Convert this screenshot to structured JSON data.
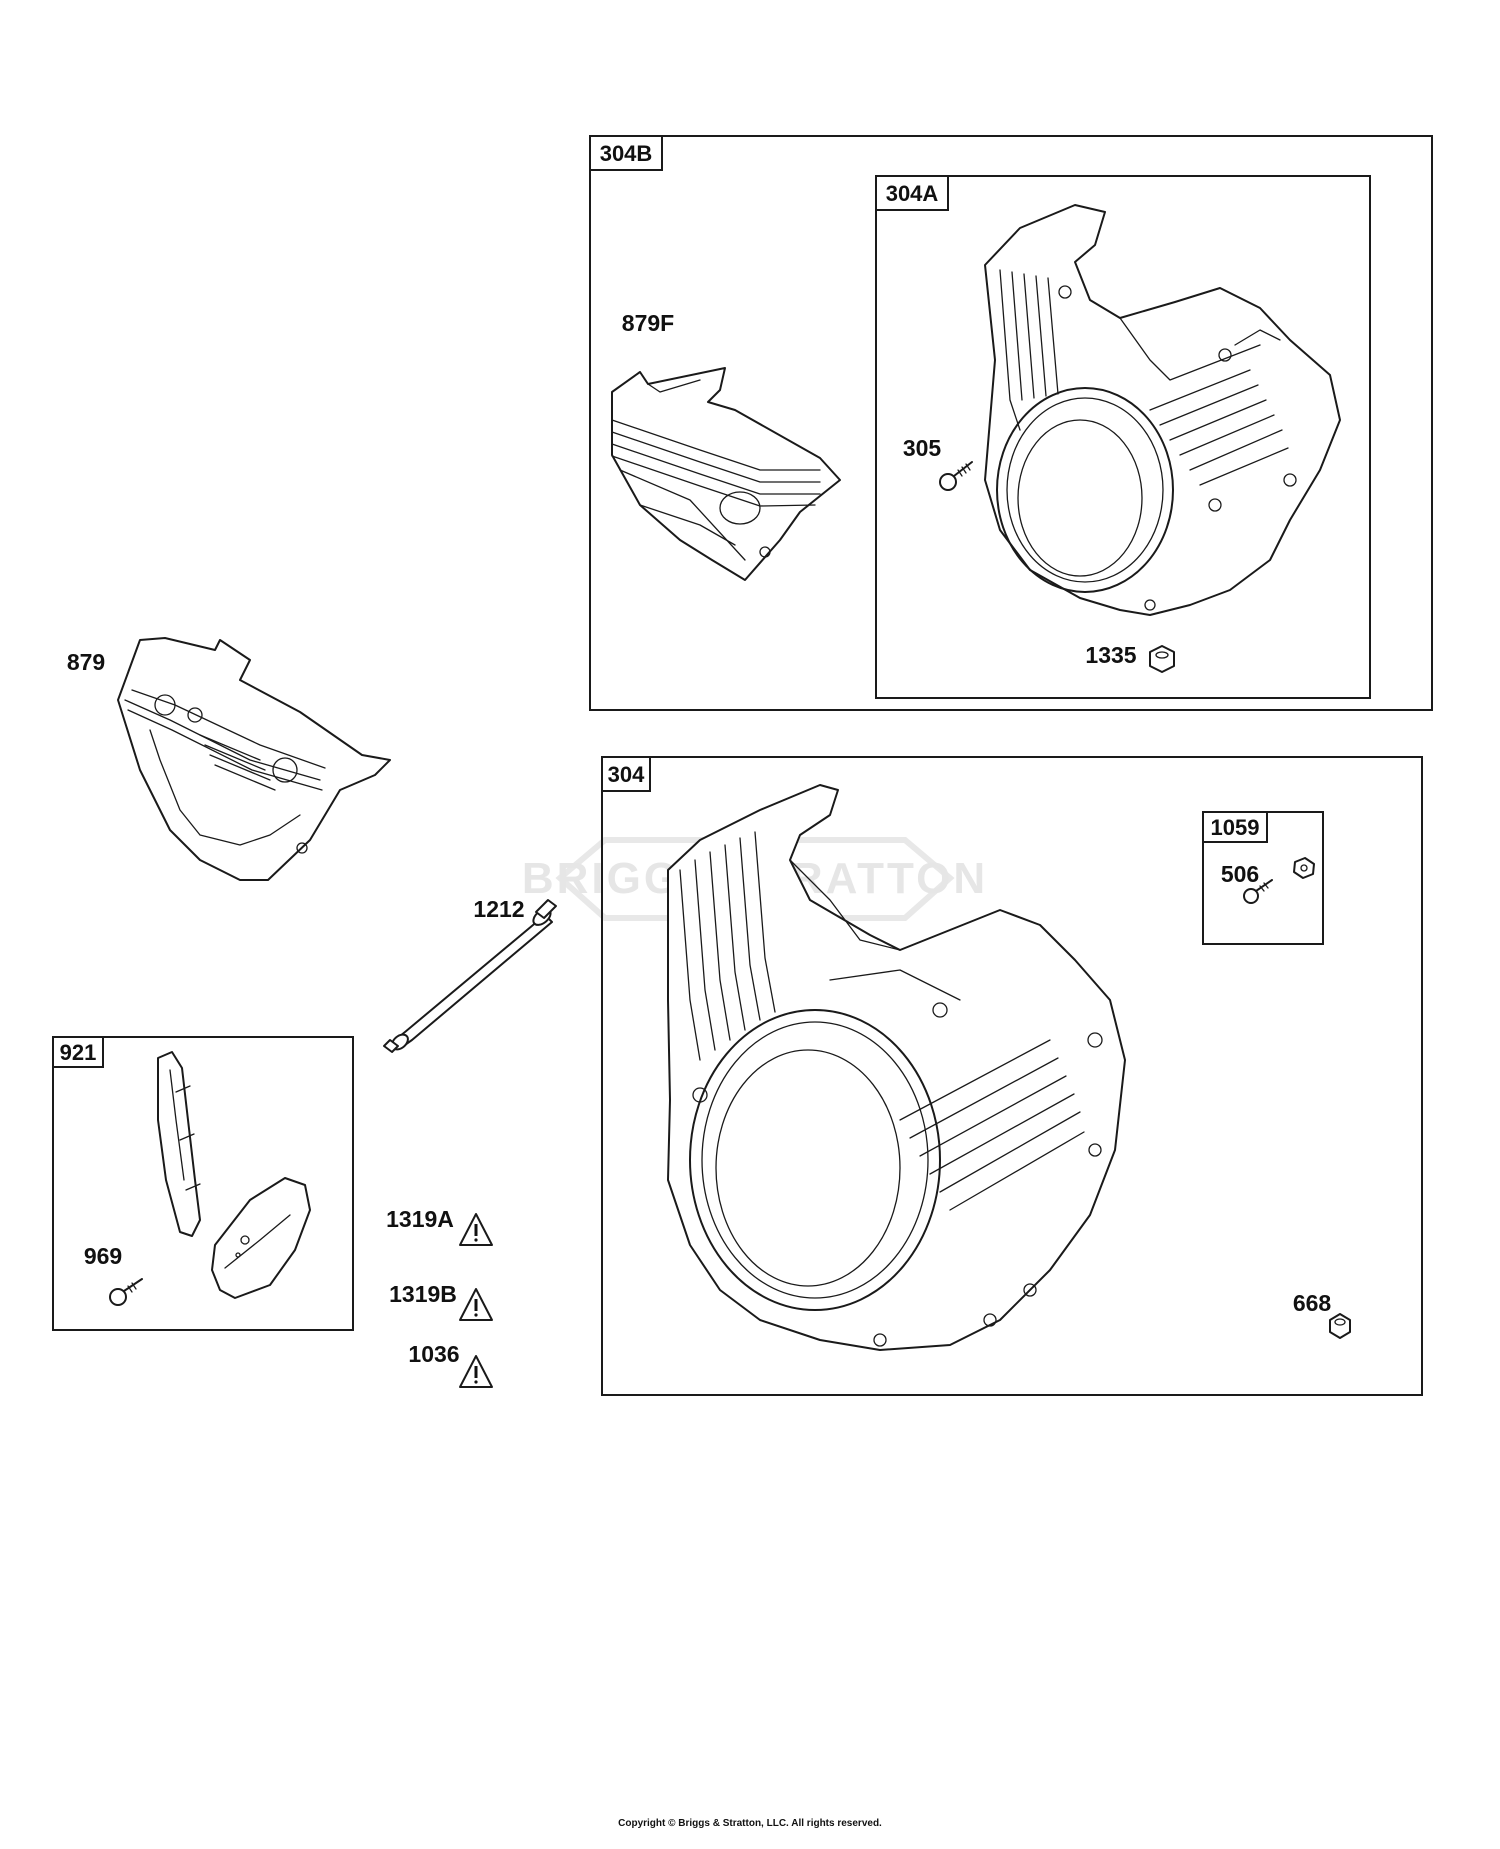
{
  "watermark": "BRIGGS STRATTON",
  "copyright": "Copyright © Briggs & Stratton, LLC. All rights reserved.",
  "boxes": {
    "b304B": "304B",
    "b304A": "304A",
    "b304": "304",
    "b1059": "1059",
    "b921": "921"
  },
  "parts": {
    "p879F": "879F",
    "p305": "305",
    "p1335": "1335",
    "p879": "879",
    "p1212": "1212",
    "p506": "506",
    "p969": "969",
    "p1319A": "1319A",
    "p1319B": "1319B",
    "p1036": "1036",
    "p668": "668"
  },
  "icons": {
    "warning": "warning-triangle-icon",
    "screw": "screw-icon",
    "nut": "hex-nut-icon"
  }
}
